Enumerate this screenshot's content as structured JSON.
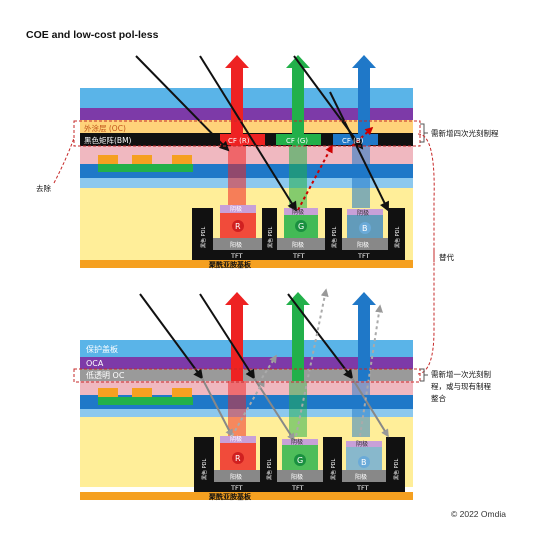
{
  "title": "COE and low-cost pol-less",
  "copyright": "© 2022 Omdia",
  "top": {
    "layer_oc": "外涂层 (OC)",
    "layer_bm": "黑色矩阵(BM)",
    "cf_r": "CF (R)",
    "cf_g": "CF (G)",
    "cf_b": "CF (B)",
    "subpixels": [
      {
        "pdl": "黑色 PDL",
        "cathode": "阴极",
        "letter": "R",
        "anode": "阳极"
      },
      {
        "pdl": "黑色 PDL",
        "cathode": "阴极",
        "letter": "G",
        "anode": "阳极"
      },
      {
        "pdl": "黑色 PDL",
        "cathode": "阴极",
        "letter": "B",
        "anode": "阳极"
      }
    ],
    "pdl_right": "黑色 PDL",
    "tft": "TFT",
    "substrate": "聚酰亚胺基板",
    "note_right": "需新增四次光刻制程",
    "note_left": "去除"
  },
  "middle_note": "替代",
  "bottom": {
    "layer_protect": "保护盖板",
    "layer_oca": "OCA",
    "layer_lowoc": "低透明 OC",
    "subpixels": [
      {
        "pdl": "黑色 PDL",
        "cathode": "阴极",
        "letter": "R",
        "anode": "阳极"
      },
      {
        "pdl": "黑色 PDL",
        "cathode": "阴极",
        "letter": "G",
        "anode": "阳极"
      },
      {
        "pdl": "黑色 PDL",
        "cathode": "阴极",
        "letter": "B",
        "anode": "阳极"
      }
    ],
    "pdl_right": "黑色 PDL",
    "tft": "TFT",
    "substrate": "聚酰亚胺基板",
    "note_right_1": "需新增一次光刻制",
    "note_right_2": "程，或与现有制程",
    "note_right_3": "整合"
  },
  "colors": {
    "red": "#ee2222",
    "green": "#22b04a",
    "blue": "#1f78c8",
    "purple": "#7d3aa8",
    "yellow": "#ffe57f",
    "sky": "#5ab4e8",
    "pink": "#f0b8c0",
    "orange": "#f5a020"
  }
}
